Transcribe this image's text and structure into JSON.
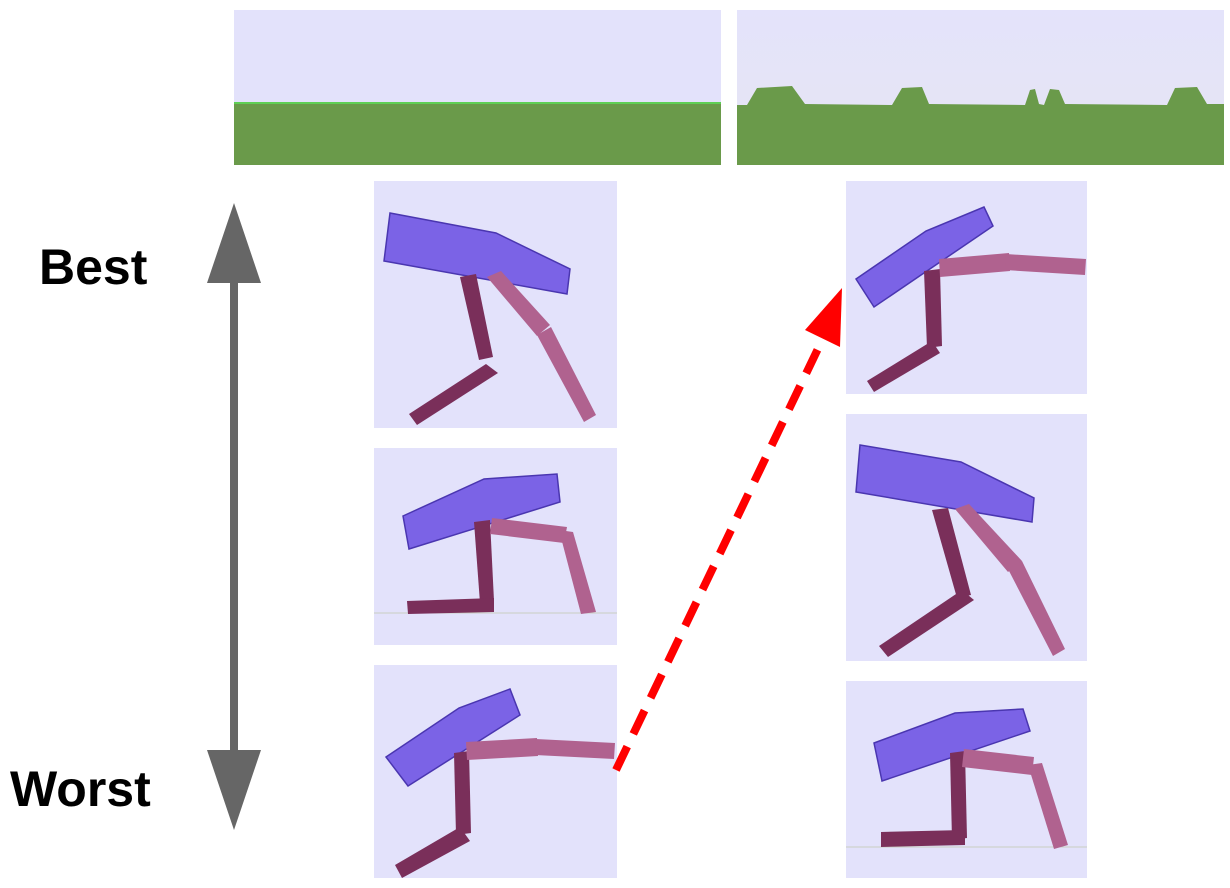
{
  "labels": {
    "best": "Best",
    "worst": "Worst"
  },
  "terrains": [
    {
      "name": "flat-terrain",
      "type": "flat"
    },
    {
      "name": "hilly-terrain",
      "type": "bumps"
    }
  ],
  "columns": [
    {
      "name": "flat-terrain-rankings",
      "ranks": [
        "best",
        "middle",
        "worst"
      ]
    },
    {
      "name": "hilly-terrain-rankings",
      "ranks": [
        "best",
        "middle",
        "worst"
      ]
    }
  ],
  "colors": {
    "sky": "#e3e2fb",
    "ground": "#6a9a4a",
    "ground_edge": "#5fcf55",
    "torso": "#7b63e6",
    "leg_back": "#7a2f5a",
    "leg_front": "#b0628f",
    "axis_arrow": "#666666",
    "transfer_arrow": "#ff0000"
  }
}
